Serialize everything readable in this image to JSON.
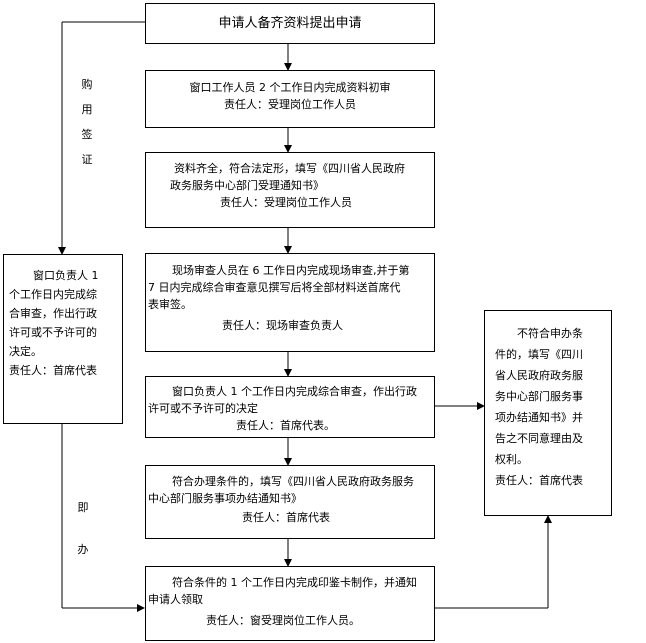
{
  "steps": [
    {
      "lines": [
        "申请人备齐资料提出申请"
      ]
    },
    {
      "lines": [
        "窗口工作人员 2 个工作日内完成资料初审",
        "责任人：受理岗位工作人员"
      ]
    },
    {
      "lines": [
        "资料齐全，符合法定形，填写《四川省人民政府",
        "政务服务中心部门受理通知书》",
        "责任人：受理岗位工作人员"
      ]
    },
    {
      "lines": [
        "现场审查人员在 6 工作日内完成现场审查,并于第",
        "7 日内完成综合审查意见撰写后将全部材料送首席代",
        "表审签。",
        "责任人：现场审查负责人"
      ]
    },
    {
      "lines": [
        "窗口负责人 1 个工作日内完成综合审查，作出行政",
        "许可或不予许可的决定",
        "责任人：首席代表。"
      ]
    },
    {
      "lines": [
        "符合办理条件的，填写《四川省人民政府政务服务",
        "中心部门服务事项办结通知书》",
        "责任人：首席代表"
      ]
    },
    {
      "lines": [
        "符合条件的 1 个工作日内完成印鉴卡制作，并通知",
        "申请人领取",
        "责任人：窗受理岗位工作人员。"
      ]
    }
  ],
  "left_box": {
    "lines": [
      "窗口负责人 1",
      "个工作日内完成综",
      "合审查，作出行政",
      "许可或不予许可的",
      "决定。",
      "责任人：首席代表"
    ]
  },
  "right_box": {
    "lines": [
      "不符合申办条",
      "件的，填写《四川",
      "省人民政府政务服",
      "务中心部门服务事",
      "项办结通知书》并",
      "告之不同意理由及",
      "权利。",
      "责任人：首席代表"
    ]
  },
  "side_labels": {
    "purchase": [
      "购",
      "用",
      "签",
      "证"
    ],
    "immediate": [
      "即",
      "办"
    ]
  }
}
